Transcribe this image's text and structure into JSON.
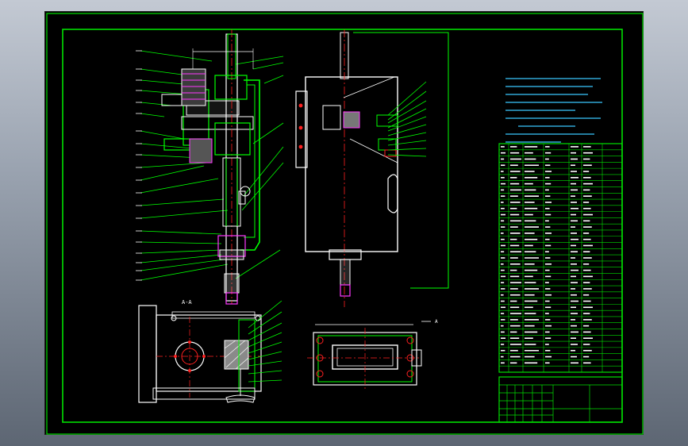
{
  "drawing": {
    "sheet_color": "#000000",
    "frame_color": "#00e000",
    "line_color": "#ffffff",
    "shaft_color": "#ff38ff",
    "note_color": "#39c8ff",
    "axis_color": "#ff2020",
    "leader_color": "#00ff00"
  },
  "labels": {
    "section_caption": "A-A",
    "section_scale": "",
    "dim_width": "",
    "view_letter": "A"
  },
  "tech_notes": {
    "title": "",
    "lines": []
  },
  "parts_list": {
    "row_count": 36,
    "header": [
      "",
      "",
      "",
      "",
      "",
      "",
      ""
    ]
  },
  "title_block": {
    "drawing_name": "",
    "company": "",
    "scale": "",
    "sheet": ""
  }
}
